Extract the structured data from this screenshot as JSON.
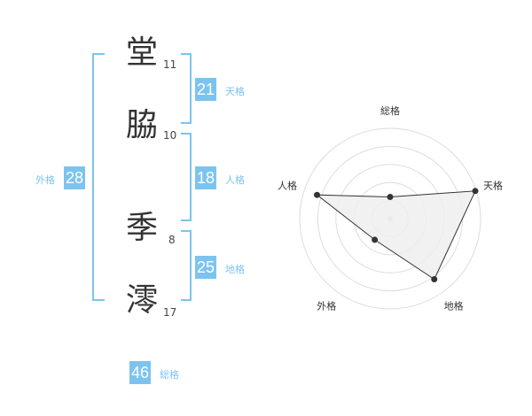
{
  "name": {
    "chars": [
      {
        "char": "堂",
        "strokes": "11"
      },
      {
        "char": "脇",
        "strokes": "10"
      },
      {
        "char": "季",
        "strokes": "8"
      },
      {
        "char": "澪",
        "strokes": "17"
      }
    ]
  },
  "fortunes": {
    "tenkaku": {
      "value": "21",
      "label": "天格"
    },
    "jinkaku": {
      "value": "18",
      "label": "人格"
    },
    "chikaku": {
      "value": "25",
      "label": "地格"
    },
    "gaikaku": {
      "value": "28",
      "label": "外格"
    },
    "soukaku": {
      "value": "46",
      "label": "総格"
    }
  },
  "colors": {
    "accent": "#7cc4ef",
    "text": "#333333"
  },
  "chart_data": {
    "type": "radar",
    "axes": [
      "総格",
      "天格",
      "地格",
      "外格",
      "人格"
    ],
    "values": [
      0.24,
      0.99,
      0.83,
      0.29,
      0.85
    ],
    "range": [
      0,
      1
    ],
    "rings": 5
  }
}
